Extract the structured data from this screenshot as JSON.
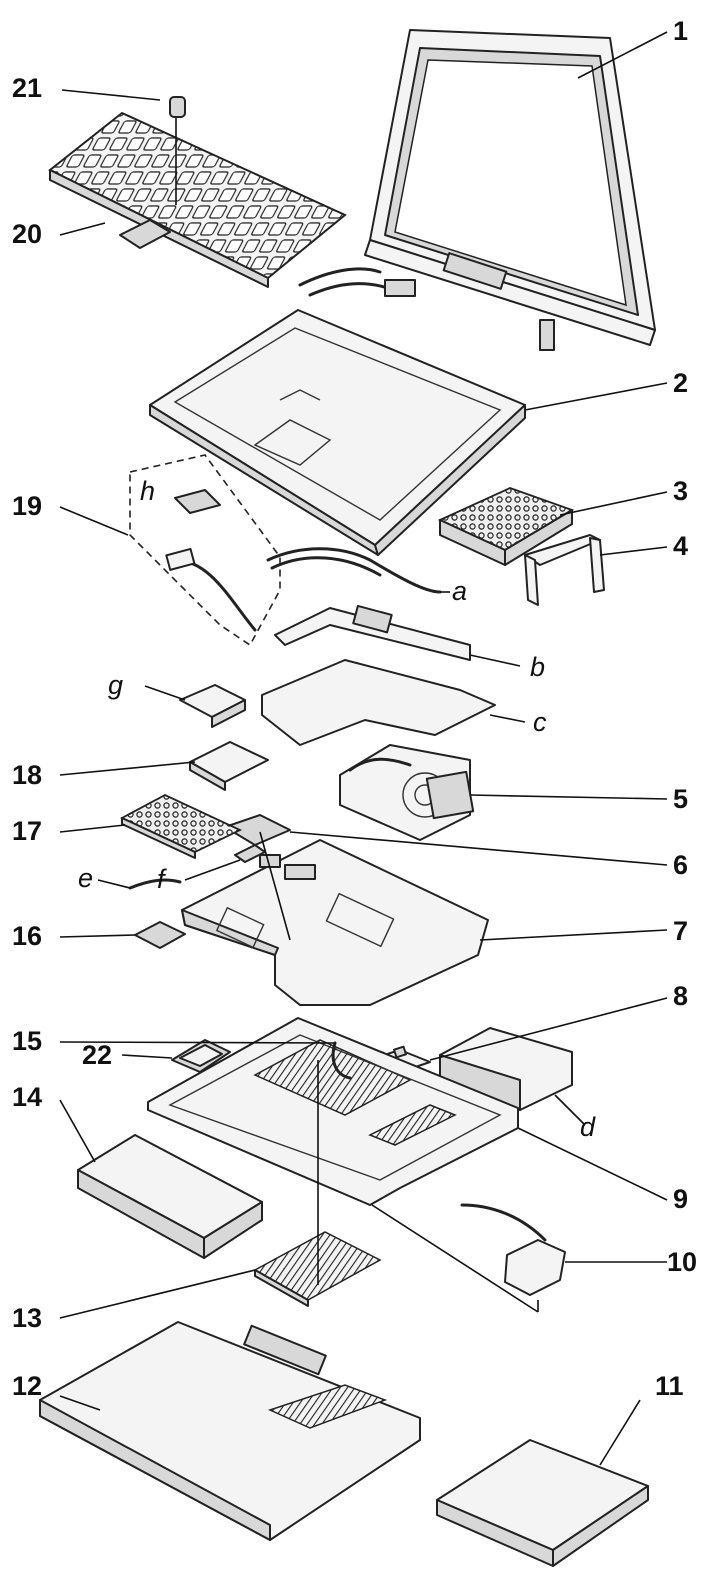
{
  "callouts": [
    {
      "id": "c1",
      "label": "1"
    },
    {
      "id": "c2",
      "label": "2"
    },
    {
      "id": "c3",
      "label": "3"
    },
    {
      "id": "c4",
      "label": "4"
    },
    {
      "id": "c5",
      "label": "5"
    },
    {
      "id": "c6",
      "label": "6"
    },
    {
      "id": "c7",
      "label": "7"
    },
    {
      "id": "c8",
      "label": "8"
    },
    {
      "id": "c9",
      "label": "9"
    },
    {
      "id": "c10",
      "label": "10"
    },
    {
      "id": "c11",
      "label": "11"
    },
    {
      "id": "c12",
      "label": "12"
    },
    {
      "id": "c13",
      "label": "13"
    },
    {
      "id": "c14",
      "label": "14"
    },
    {
      "id": "c15",
      "label": "15"
    },
    {
      "id": "c16",
      "label": "16"
    },
    {
      "id": "c17",
      "label": "17"
    },
    {
      "id": "c18",
      "label": "18"
    },
    {
      "id": "c19",
      "label": "19"
    },
    {
      "id": "c20",
      "label": "20"
    },
    {
      "id": "c21",
      "label": "21"
    },
    {
      "id": "c22",
      "label": "22"
    },
    {
      "id": "ca",
      "label": "a"
    },
    {
      "id": "cb",
      "label": "b"
    },
    {
      "id": "cc",
      "label": "c"
    },
    {
      "id": "cd",
      "label": "d"
    },
    {
      "id": "ce",
      "label": "e"
    },
    {
      "id": "cf",
      "label": "f"
    },
    {
      "id": "cg",
      "label": "g"
    },
    {
      "id": "ch",
      "label": "h"
    }
  ],
  "colors": {
    "line": "#111111",
    "background": "#ffffff"
  }
}
